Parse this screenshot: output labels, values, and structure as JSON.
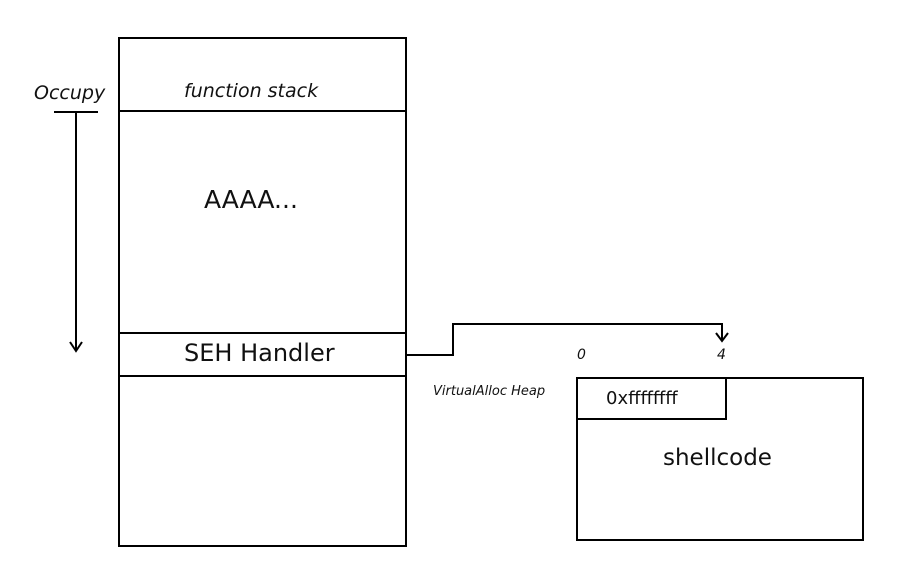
{
  "occupy": {
    "label": "Occupy"
  },
  "stack": {
    "header": "function stack",
    "overflow": "AAAA...",
    "seh": "SEH Handler"
  },
  "heap": {
    "label": "VirtualAlloc Heap",
    "offset_start": "0",
    "offset_end": "4",
    "value": "0xffffffff",
    "content": "shellcode"
  }
}
